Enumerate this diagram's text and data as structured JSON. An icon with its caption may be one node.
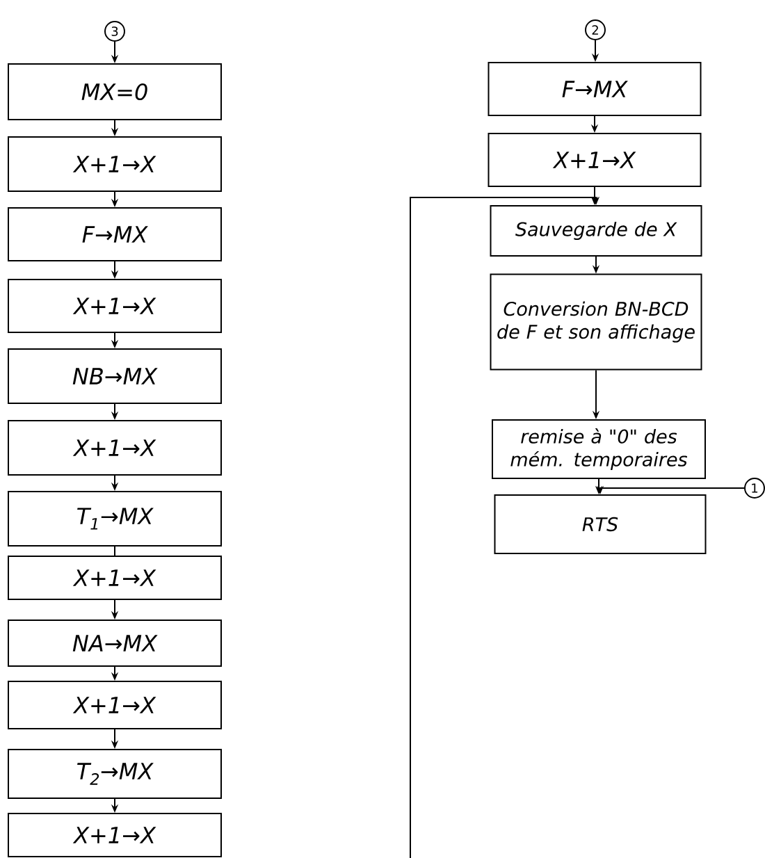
{
  "diagram": {
    "nodes": [
      {
        "text": [
          "3"
        ]
      },
      {
        "text": [
          "MX=0"
        ]
      },
      {
        "text": [
          "X+1→X"
        ]
      },
      {
        "text": [
          "F→MX"
        ]
      },
      {
        "text": [
          "X+1→X"
        ]
      },
      {
        "text": [
          "NB→MX"
        ]
      },
      {
        "text": [
          "X+1→X"
        ]
      },
      {
        "text": [
          "T$_{1}$→MX"
        ]
      },
      {
        "text": [
          "X+1→X"
        ]
      },
      {
        "text": [
          "NA→MX"
        ]
      },
      {
        "text": [
          "X+1→X"
        ]
      },
      {
        "text": [
          "T$_{2}$→MX"
        ]
      },
      {
        "text": [
          "X+1→X"
        ]
      },
      {
        "text": [
          "2"
        ]
      },
      {
        "text": [
          "F→MX"
        ]
      },
      {
        "text": [
          "X+1→X"
        ]
      },
      {
        "text": [
          "Sauvegarde de X"
        ]
      },
      {
        "text": [
          "Conversion BN-BCD de F et son affichage"
        ]
      },
      {
        "text": [
          "remise à \"0\" des mém. temporaires"
        ]
      },
      {
        "text": [
          "RTS"
        ]
      },
      {
        "text": [
          "1"
        ]
      }
    ],
    "edges": [
      {
        "from": 0,
        "to": 1,
        "arrow": "to"
      },
      {
        "from": 1,
        "to": 2,
        "arrow": "to"
      },
      {
        "from": 2,
        "to": 3,
        "arrow": "to"
      },
      {
        "from": 3,
        "to": 4,
        "arrow": "to"
      },
      {
        "from": 4,
        "to": 5,
        "arrow": "to"
      },
      {
        "from": 5,
        "to": 6,
        "arrow": "to"
      },
      {
        "from": 6,
        "to": 7,
        "arrow": "to"
      },
      {
        "from": 7,
        "to": 8,
        "arrow": "none"
      },
      {
        "from": 8,
        "to": 9,
        "arrow": "to"
      },
      {
        "from": 9,
        "to": 10,
        "arrow": "to"
      },
      {
        "from": 10,
        "to": 11,
        "arrow": "to"
      },
      {
        "from": 11,
        "to": 12,
        "arrow": "to"
      },
      {
        "from": 13,
        "to": 14,
        "arrow": "to"
      },
      {
        "from": 14,
        "to": 15,
        "arrow": "to"
      },
      {
        "from": 15,
        "to": 16,
        "arrow": "to"
      },
      {
        "from": 16,
        "to": 17,
        "arrow": "to"
      },
      {
        "from": 17,
        "to": 18,
        "arrow": "to"
      },
      {
        "from": 18,
        "to": 19,
        "arrow": "to"
      },
      {
        "from": 20,
        "to": 19,
        "arrow": "to"
      },
      {
        "from": null,
        "to": 16,
        "arrow": "to"
      }
    ]
  }
}
